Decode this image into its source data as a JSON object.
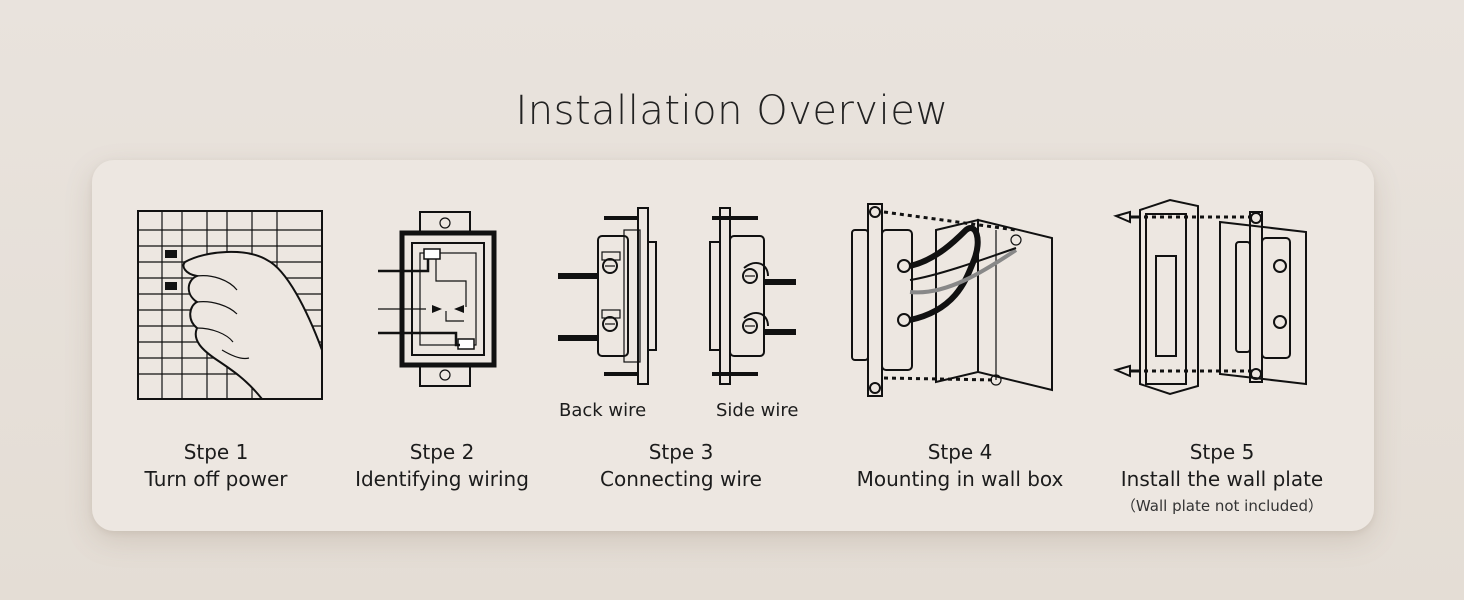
{
  "title": "Installation Overview",
  "steps": [
    {
      "number": "Stpe 1",
      "label": "Turn off power"
    },
    {
      "number": "Stpe 2",
      "label": "Identifying wiring"
    },
    {
      "number": "Stpe 3",
      "label": "Connecting wire",
      "sub_labels": [
        "Back wire",
        "Side wire"
      ]
    },
    {
      "number": "Stpe 4",
      "label": "Mounting in wall box"
    },
    {
      "number": "Stpe 5",
      "label": "Install the wall plate",
      "note": "（Wall plate not included）"
    }
  ]
}
